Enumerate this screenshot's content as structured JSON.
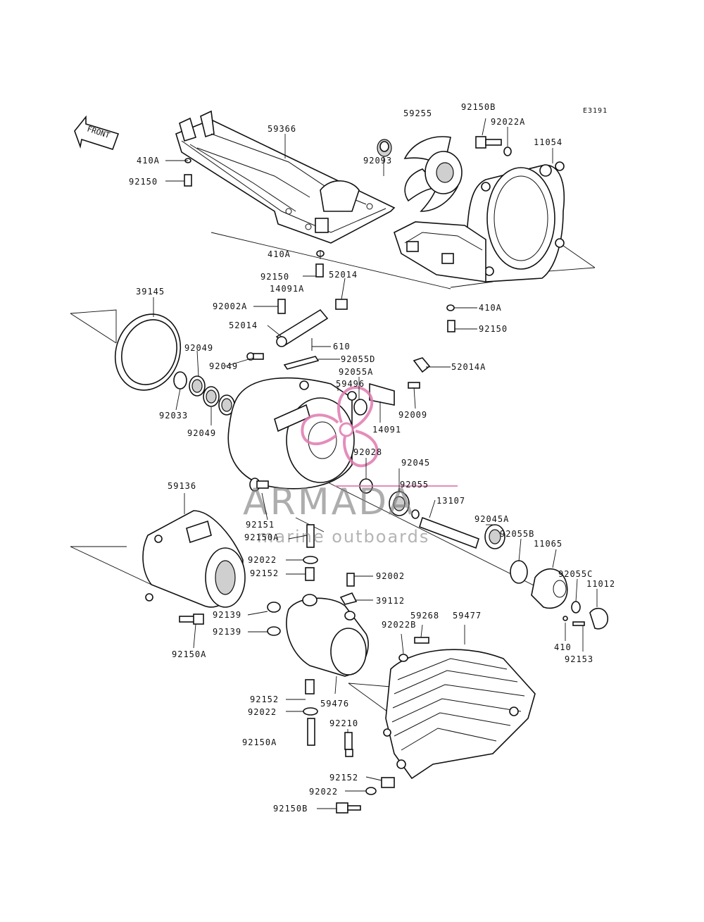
{
  "diagram": {
    "code": "E3191",
    "front_label": "FRONT",
    "watermark": {
      "brand": "ARMADA",
      "subtitle": "marine outboards",
      "logo_color": "#e07ab0"
    },
    "labels": [
      {
        "id": "59255",
        "text": "59255"
      },
      {
        "id": "92150B-top",
        "text": "92150B"
      },
      {
        "id": "92022A-top",
        "text": "92022A"
      },
      {
        "id": "11054",
        "text": "11054"
      },
      {
        "id": "59366",
        "text": "59366"
      },
      {
        "id": "410A-1",
        "text": "410A"
      },
      {
        "id": "92150-1",
        "text": "92150"
      },
      {
        "id": "92093",
        "text": "92093"
      },
      {
        "id": "410A-2",
        "text": "410A"
      },
      {
        "id": "92150-2",
        "text": "92150"
      },
      {
        "id": "52014-1",
        "text": "52014"
      },
      {
        "id": "14091A",
        "text": "14091A"
      },
      {
        "id": "39145",
        "text": "39145"
      },
      {
        "id": "92002A",
        "text": "92002A"
      },
      {
        "id": "410A-3",
        "text": "410A"
      },
      {
        "id": "92150-3",
        "text": "92150"
      },
      {
        "id": "52014-2",
        "text": "52014"
      },
      {
        "id": "92049-1",
        "text": "92049"
      },
      {
        "id": "610",
        "text": "610"
      },
      {
        "id": "92049-2",
        "text": "92049"
      },
      {
        "id": "92055D",
        "text": "92055D"
      },
      {
        "id": "92055A",
        "text": "92055A"
      },
      {
        "id": "52014A",
        "text": "52014A"
      },
      {
        "id": "59496",
        "text": "59496"
      },
      {
        "id": "92033",
        "text": "92033"
      },
      {
        "id": "92009",
        "text": "92009"
      },
      {
        "id": "14091",
        "text": "14091"
      },
      {
        "id": "92049-3",
        "text": "92049"
      },
      {
        "id": "92028",
        "text": "92028"
      },
      {
        "id": "92045",
        "text": "92045"
      },
      {
        "id": "59136",
        "text": "59136"
      },
      {
        "id": "92055",
        "text": "92055"
      },
      {
        "id": "13107",
        "text": "13107"
      },
      {
        "id": "92151",
        "text": "92151"
      },
      {
        "id": "92150A-1",
        "text": "92150A"
      },
      {
        "id": "92045A",
        "text": "92045A"
      },
      {
        "id": "92055B",
        "text": "92055B"
      },
      {
        "id": "11065",
        "text": "11065"
      },
      {
        "id": "92022-1",
        "text": "92022"
      },
      {
        "id": "92055C",
        "text": "92055C"
      },
      {
        "id": "92152-1",
        "text": "92152"
      },
      {
        "id": "92002",
        "text": "92002"
      },
      {
        "id": "11012",
        "text": "11012"
      },
      {
        "id": "39112",
        "text": "39112"
      },
      {
        "id": "92139-1",
        "text": "92139"
      },
      {
        "id": "59268",
        "text": "59268"
      },
      {
        "id": "59477",
        "text": "59477"
      },
      {
        "id": "92022B",
        "text": "92022B"
      },
      {
        "id": "92139-2",
        "text": "92139"
      },
      {
        "id": "410",
        "text": "410"
      },
      {
        "id": "92150A-2",
        "text": "92150A"
      },
      {
        "id": "92153",
        "text": "92153"
      },
      {
        "id": "92152-2",
        "text": "92152"
      },
      {
        "id": "59476",
        "text": "59476"
      },
      {
        "id": "92022-2",
        "text": "92022"
      },
      {
        "id": "92210",
        "text": "92210"
      },
      {
        "id": "92150A-3",
        "text": "92150A"
      },
      {
        "id": "92152-3",
        "text": "92152"
      },
      {
        "id": "92022-3",
        "text": "92022"
      },
      {
        "id": "92150B-bottom",
        "text": "92150B"
      }
    ]
  }
}
